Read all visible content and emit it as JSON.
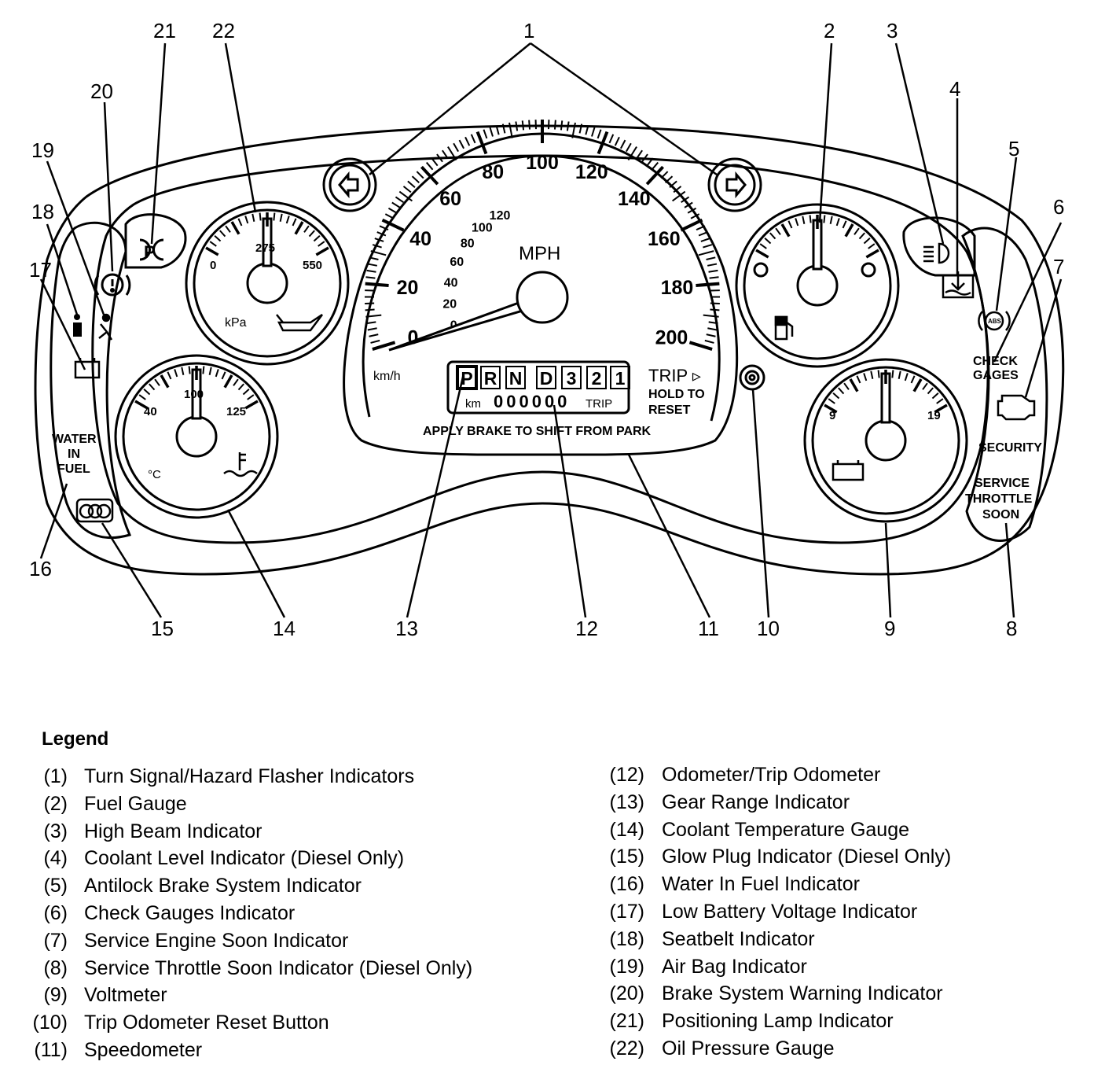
{
  "callouts": [
    "1",
    "2",
    "3",
    "4",
    "5",
    "6",
    "7",
    "8",
    "9",
    "10",
    "11",
    "12",
    "13",
    "14",
    "15",
    "16",
    "17",
    "18",
    "19",
    "20",
    "21",
    "22"
  ],
  "speedometer": {
    "mph_label": "MPH",
    "kmh_label": "km/h",
    "mph_ticks": [
      "0",
      "20",
      "40",
      "60",
      "80",
      "100",
      "120",
      "140",
      "160",
      "180",
      "200"
    ],
    "kmh_ticks": [
      "0",
      "20",
      "40",
      "60",
      "80",
      "100",
      "120"
    ],
    "mph_tick_nums": [
      0,
      20,
      40,
      60,
      80,
      100,
      120,
      140,
      160,
      180,
      200
    ],
    "kmh_tick_nums": [
      0,
      20,
      40,
      60,
      80,
      100,
      120
    ]
  },
  "gear_indicator": [
    "P",
    "R",
    "N",
    "D",
    "3",
    "2",
    "1"
  ],
  "odometer": {
    "unit": "km",
    "digits": "000000",
    "trip_tag": "TRIP"
  },
  "trip_button": {
    "line1": "TRIP ▹",
    "line2": "HOLD TO",
    "line3": "RESET"
  },
  "brake_notice": "APPLY BRAKE TO SHIFT FROM PARK",
  "oil_gauge": {
    "min": "0",
    "mid": "275",
    "max": "550",
    "unit": "kPa"
  },
  "coolant_gauge": {
    "min": "40",
    "mid": "100",
    "max": "125",
    "unit": "°C"
  },
  "voltmeter": {
    "min": "9",
    "max": "19"
  },
  "indicators": {
    "check_gages": [
      "CHECK",
      "GAGES"
    ],
    "security": "SECURITY",
    "service_throttle": [
      "SERVICE",
      "THROTTLE",
      "SOON"
    ],
    "water_in_fuel": [
      "WATER",
      "IN",
      "FUEL"
    ],
    "abs": "ABS",
    "positioning": "P"
  },
  "legend": {
    "title": "Legend",
    "left": [
      {
        "num": "(1)",
        "text": "Turn Signal/Hazard Flasher Indicators"
      },
      {
        "num": "(2)",
        "text": "Fuel Gauge"
      },
      {
        "num": "(3)",
        "text": "High Beam Indicator"
      },
      {
        "num": "(4)",
        "text": "Coolant Level Indicator (Diesel Only)"
      },
      {
        "num": "(5)",
        "text": "Antilock Brake System Indicator"
      },
      {
        "num": "(6)",
        "text": "Check Gauges Indicator"
      },
      {
        "num": "(7)",
        "text": "Service Engine Soon Indicator"
      },
      {
        "num": "(8)",
        "text": "Service Throttle Soon Indicator (Diesel Only)"
      },
      {
        "num": "(9)",
        "text": "Voltmeter"
      },
      {
        "num": "(10)",
        "text": "Trip Odometer Reset Button"
      },
      {
        "num": "(11)",
        "text": "Speedometer"
      }
    ],
    "right": [
      {
        "num": "(12)",
        "text": "Odometer/Trip Odometer"
      },
      {
        "num": "(13)",
        "text": "Gear Range Indicator"
      },
      {
        "num": "(14)",
        "text": "Coolant Temperature Gauge"
      },
      {
        "num": "(15)",
        "text": "Glow Plug Indicator (Diesel Only)"
      },
      {
        "num": "(16)",
        "text": "Water In Fuel Indicator"
      },
      {
        "num": "(17)",
        "text": "Low Battery Voltage Indicator"
      },
      {
        "num": "(18)",
        "text": "Seatbelt Indicator"
      },
      {
        "num": "(19)",
        "text": "Air Bag Indicator"
      },
      {
        "num": "(20)",
        "text": "Brake System Warning Indicator"
      },
      {
        "num": "(21)",
        "text": "Positioning Lamp Indicator"
      },
      {
        "num": "(22)",
        "text": "Oil Pressure Gauge"
      }
    ]
  }
}
